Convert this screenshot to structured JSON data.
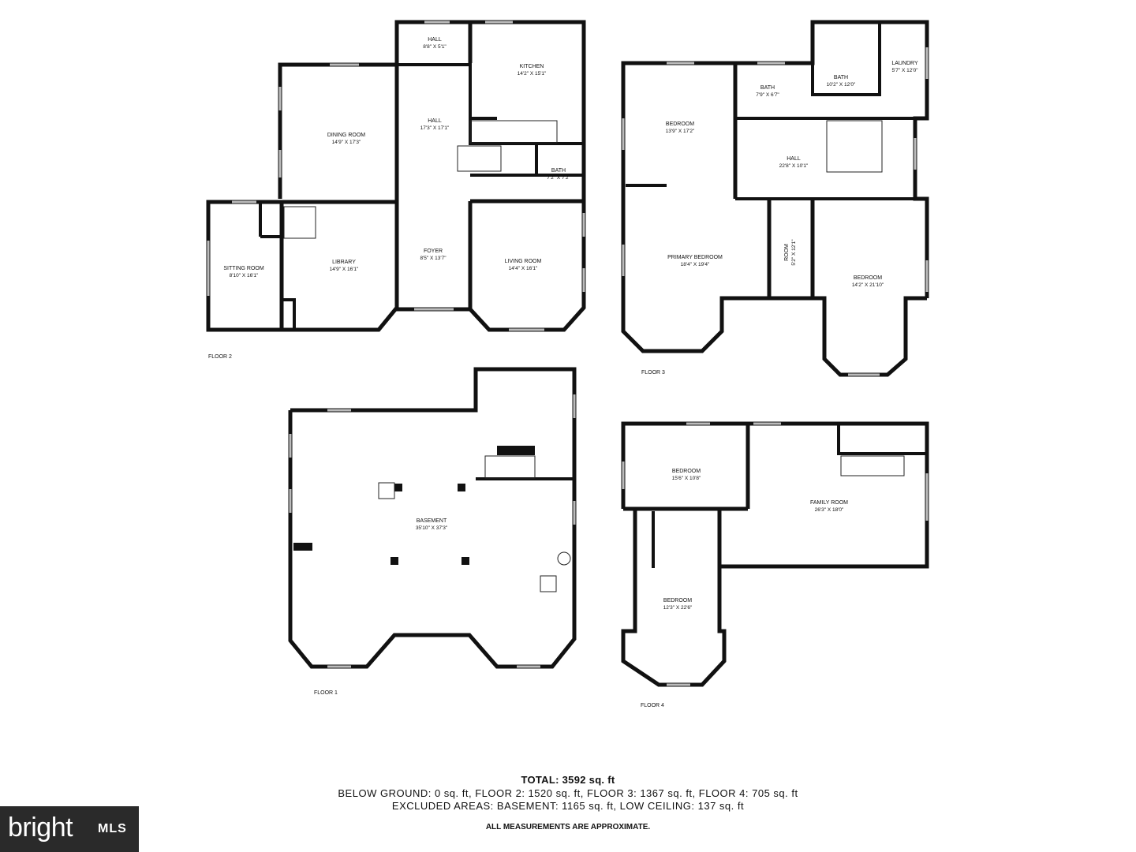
{
  "floors": [
    {
      "label": "FLOOR 2"
    },
    {
      "label": "FLOOR 3"
    },
    {
      "label": "FLOOR 1"
    },
    {
      "label": "FLOOR 4"
    }
  ],
  "rooms": [
    {
      "name": "HALL",
      "dims": "8'8\" X 5'1\""
    },
    {
      "name": "KITCHEN",
      "dims": "14'2\" X 15'1\""
    },
    {
      "name": "DINING ROOM",
      "dims": "14'9\" X 17'3\""
    },
    {
      "name": "HALL",
      "dims": "17'3\" X 17'1\""
    },
    {
      "name": "BATH",
      "dims": "7'2\" X 7'2\""
    },
    {
      "name": "SITTING ROOM",
      "dims": "8'10\" X 16'1\""
    },
    {
      "name": "LIBRARY",
      "dims": "14'9\" X 16'1\""
    },
    {
      "name": "FOYER",
      "dims": "8'5\" X 13'7\""
    },
    {
      "name": "LIVING ROOM",
      "dims": "14'4\" X 16'1\""
    },
    {
      "name": "BEDROOM",
      "dims": "13'9\" X 17'2\""
    },
    {
      "name": "BATH",
      "dims": "7'9\" X 6'7\""
    },
    {
      "name": "BATH",
      "dims": "10'2\" X 12'0\""
    },
    {
      "name": "LAUNDRY",
      "dims": "5'7\" X 12'0\""
    },
    {
      "name": "HALL",
      "dims": "22'8\" X 10'1\""
    },
    {
      "name": "PRIMARY BEDROOM",
      "dims": "18'4\" X 19'4\""
    },
    {
      "name": "ROOM",
      "dims": "5'2\" X 12'1\""
    },
    {
      "name": "BEDROOM",
      "dims": "14'2\" X 21'10\""
    },
    {
      "name": "BASEMENT",
      "dims": "35'10\" X 37'3\""
    },
    {
      "name": "BEDROOM",
      "dims": "15'6\" X 10'8\""
    },
    {
      "name": "FAMILY ROOM",
      "dims": "26'3\" X 18'0\""
    },
    {
      "name": "BEDROOM",
      "dims": "12'3\" X 22'6\""
    }
  ],
  "summary": {
    "total": "TOTAL: 3592 sq. ft",
    "line1": "BELOW GROUND: 0 sq. ft, FLOOR 2: 1520 sq. ft, FLOOR 3: 1367 sq. ft, FLOOR 4: 705 sq. ft",
    "line2": "EXCLUDED AREAS: BASEMENT: 1165 sq. ft, LOW CEILING: 137 sq. ft",
    "note": "ALL MEASUREMENTS ARE APPROXIMATE."
  },
  "logo": {
    "word": "bright",
    "suffix": "MLS"
  }
}
